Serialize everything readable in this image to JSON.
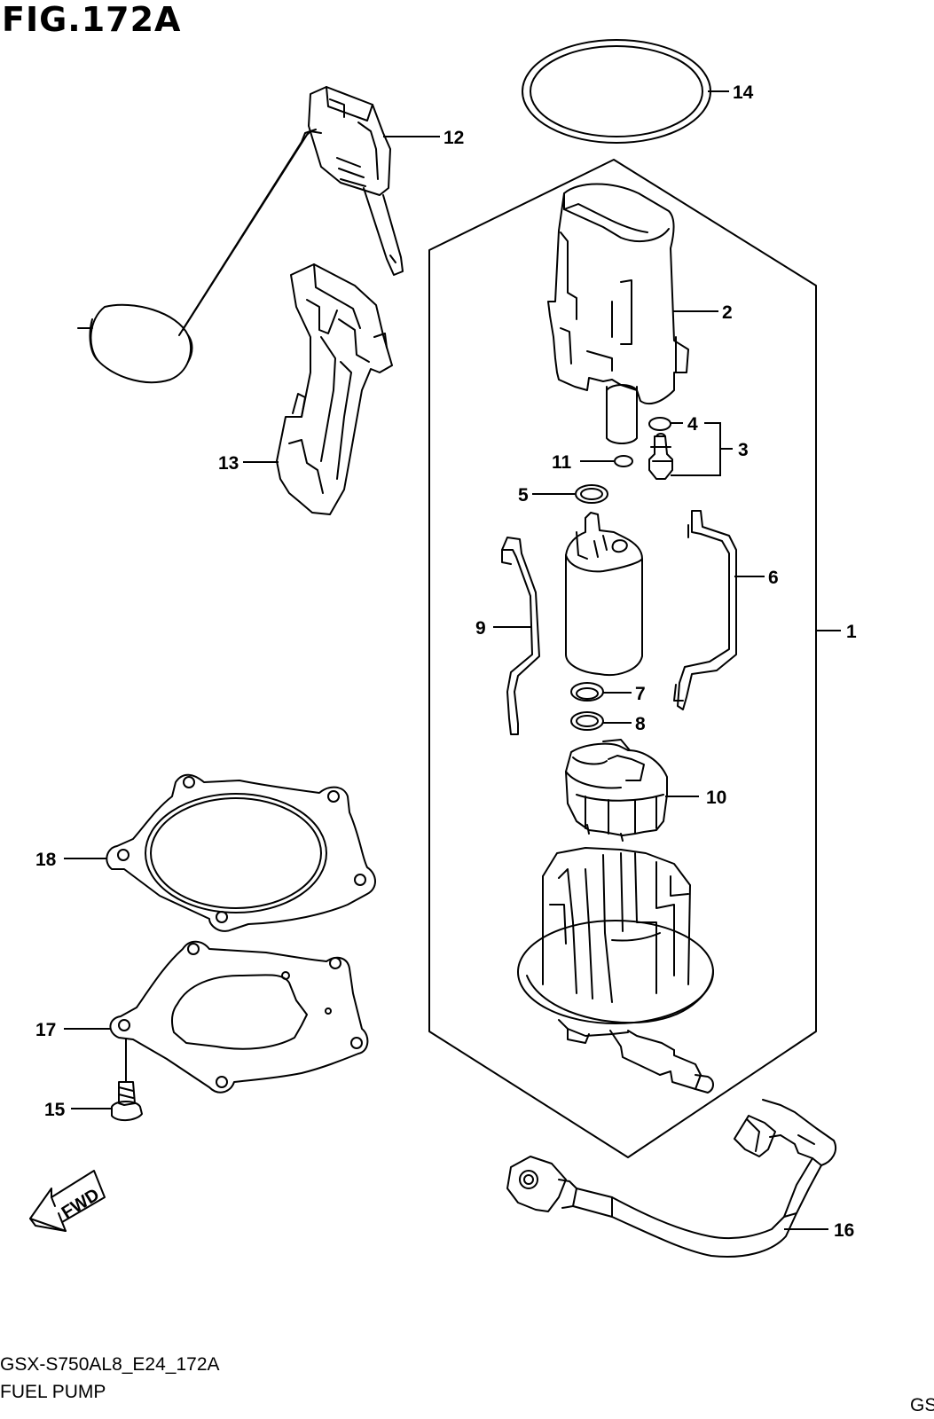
{
  "figure": {
    "title": "FIG.172A",
    "model_code": "GSX-S750AL8_E24_172A",
    "section_name": "FUEL PUMP",
    "corner_tag": "GS"
  },
  "callouts": [
    {
      "id": "c1",
      "label": "1"
    },
    {
      "id": "c2",
      "label": "2"
    },
    {
      "id": "c3",
      "label": "3"
    },
    {
      "id": "c4",
      "label": "4"
    },
    {
      "id": "c5",
      "label": "5"
    },
    {
      "id": "c6",
      "label": "6"
    },
    {
      "id": "c7",
      "label": "7"
    },
    {
      "id": "c8",
      "label": "8"
    },
    {
      "id": "c9",
      "label": "9"
    },
    {
      "id": "c10",
      "label": "10"
    },
    {
      "id": "c11",
      "label": "11"
    },
    {
      "id": "c12",
      "label": "12"
    },
    {
      "id": "c13",
      "label": "13"
    },
    {
      "id": "c14",
      "label": "14"
    },
    {
      "id": "c15",
      "label": "15"
    },
    {
      "id": "c16",
      "label": "16"
    },
    {
      "id": "c17",
      "label": "17"
    },
    {
      "id": "c18",
      "label": "18"
    }
  ],
  "fwd_marker": {
    "label": "FWD"
  }
}
